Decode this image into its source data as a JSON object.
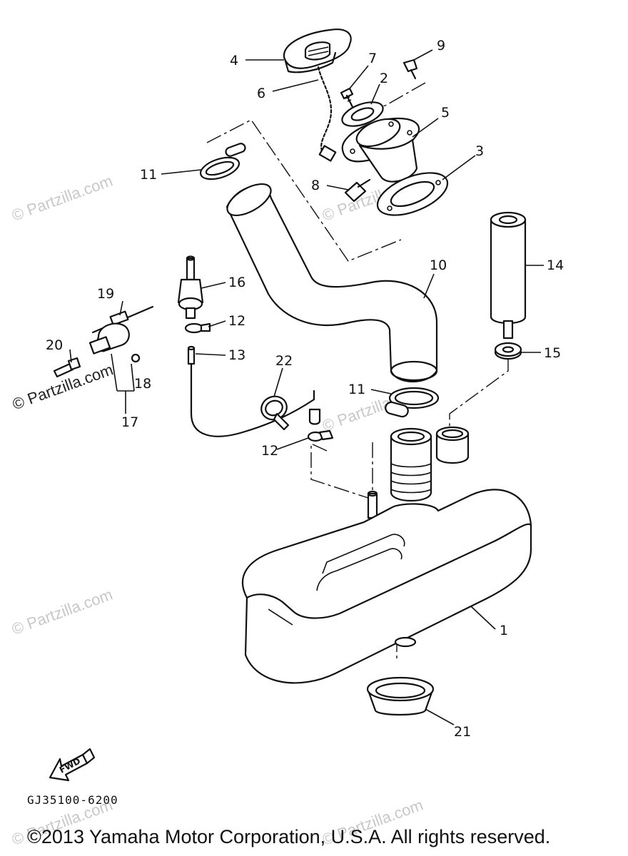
{
  "callouts": {
    "c1": "1",
    "c2": "2",
    "c3": "3",
    "c4": "4",
    "c5": "5",
    "c6": "6",
    "c7": "7",
    "c8": "8",
    "c9": "9",
    "c10": "10",
    "c11a": "11",
    "c11b": "11",
    "c12a": "12",
    "c12b": "12",
    "c13": "13",
    "c14": "14",
    "c15": "15",
    "c16": "16",
    "c17": "17",
    "c18": "18",
    "c19": "19",
    "c20": "20",
    "c21": "21",
    "c22": "22"
  },
  "fwd_label": "FWD",
  "diagram_code": "GJ35100-6200",
  "copyright": "©2013 Yamaha Motor Corporation, U.S.A. All rights reserved.",
  "watermark": "© Partzilla.com"
}
